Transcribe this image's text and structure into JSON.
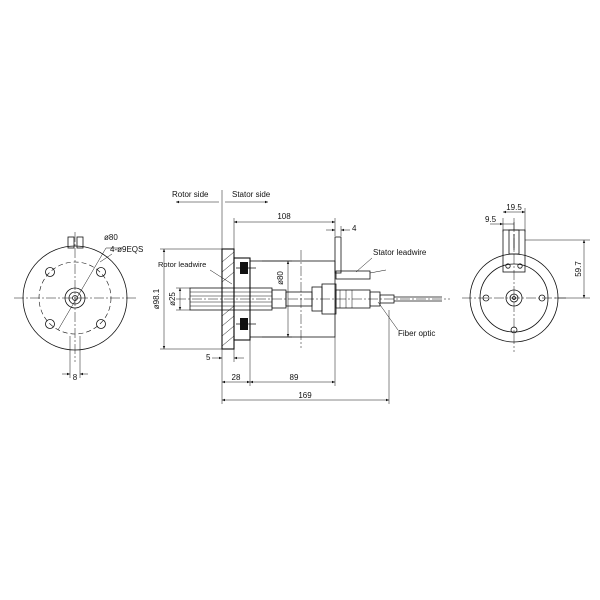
{
  "labels": {
    "rotor_side": "Rotor side",
    "stator_side": "Stator side",
    "rotor_leadwire": "Rotor leadwire",
    "stator_leadwire": "Stator leadwire",
    "fiber_optic": "Fiber optic"
  },
  "dimensions": {
    "d108": "108",
    "d4": "4",
    "d80_side": "ø80",
    "d98": "ø98.1",
    "d25": "ø25",
    "d5": "5",
    "d28": "28",
    "d89": "89",
    "d169": "169",
    "front_d80": "ø80",
    "front_holes": "4-ø9EQS",
    "front_8": "8",
    "right_9_5": "9.5",
    "right_19_5": "19.5",
    "right_59_7": "59.7"
  }
}
